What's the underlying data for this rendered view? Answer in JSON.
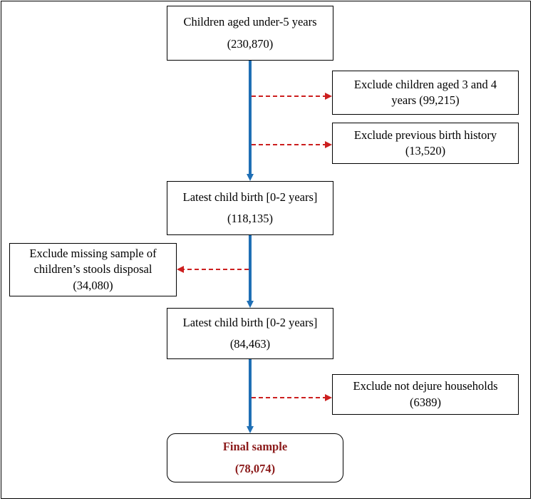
{
  "flow": {
    "start": {
      "label": "Children aged under-5 years",
      "count": "(230,870)"
    },
    "exclude_age": {
      "line1": "Exclude children aged 3 and 4",
      "line2": "years (99,215)"
    },
    "exclude_history": {
      "line1": "Exclude previous birth history",
      "line2": "(13,520)"
    },
    "step2": {
      "label": "Latest child birth [0-2 years]",
      "count": "(118,135)"
    },
    "exclude_stools": {
      "line1": "Exclude missing sample of",
      "line2": "children’s stools disposal",
      "line3": "(34,080)"
    },
    "step3": {
      "label": "Latest child birth [0-2 years]",
      "count": "(84,463)"
    },
    "exclude_dejure": {
      "line1": "Exclude not dejure households",
      "line2": "(6389)"
    },
    "final": {
      "label": "Final sample",
      "count": "(78,074)"
    }
  },
  "colors": {
    "main_arrow": "#1f6fb5",
    "exclude_arrow": "#cc1f1f",
    "final_text": "#8b1a1a"
  }
}
